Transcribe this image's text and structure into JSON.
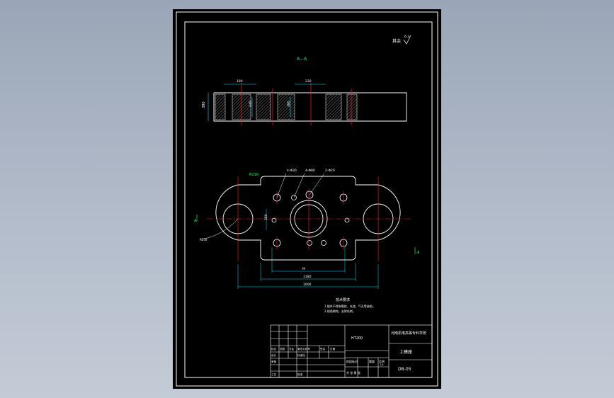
{
  "drawing": {
    "top_view_label": "A—A",
    "roughness_note": "其余",
    "roughness_value": "6.3",
    "section_dims": {
      "height": "380",
      "width_top_left": "180",
      "width_top_right": "230",
      "depth_left": "140",
      "depth_right": "380"
    },
    "plan_dims": {
      "corner_radius": "R210",
      "hole_callout_1": "4-Φ30",
      "hole_callout_2": "4-Φ80",
      "hole_callout_3": "2-Φ20",
      "hole_spacing": "360",
      "inner_width": "1180",
      "overall_width": "1600",
      "center_mark": "M",
      "left_ear_note": "R150"
    },
    "view_marks": {
      "left": "A",
      "right": "A"
    },
    "tech_req": {
      "title": "技术要求",
      "line1": "1.锻件不得有裂纹、夹渣、气孔等缺陷。",
      "line2": "2.锐角倒钝，去除毛刺。"
    },
    "title_block": {
      "material": "HT200",
      "school": "河南机电高等专科学校",
      "part_name": "上模座",
      "drawing_no": "DB-05",
      "scale_hdr": "比例",
      "weight_hdr": "重量",
      "stage_hdr": "阶段标记",
      "sheet_hdr": "共 张 第 张",
      "scale_val": "1:4",
      "rev_headers": [
        "标记",
        "处数",
        "分区",
        "更改文件号",
        "签名",
        "日期"
      ],
      "row_design": "设计",
      "row_std": "标准化",
      "row_review": "审核",
      "row_craft": "工艺",
      "row_approve": "批准"
    }
  }
}
